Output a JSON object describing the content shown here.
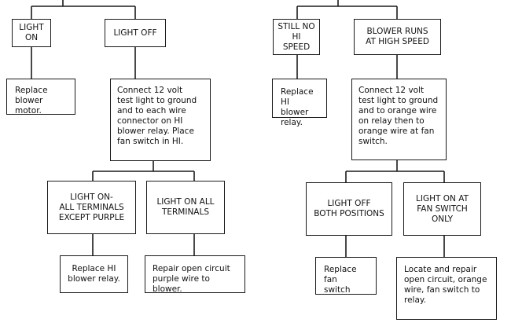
{
  "left_tree": {
    "light_on": "LIGHT ON",
    "light_off": "LIGHT OFF",
    "replace_blower_motor": "Replace\nblower motor.",
    "connect_test_light_hi_relay": "Connect 12 volt\ntest light to ground\nand to each wire\nconnector on HI\nblower relay. Place\nfan switch in HI.",
    "light_on_all_except_purple": "LIGHT ON-\nALL TERMINALS\nEXCEPT PURPLE",
    "light_on_all_terminals": "LIGHT ON ALL\nTERMINALS",
    "replace_hi_relay": "Replace HI\nblower relay.",
    "repair_purple_wire": "Repair open circuit\npurple wire to blower."
  },
  "right_tree": {
    "still_no_hi_speed": "STILL NO\nHI SPEED",
    "blower_runs_high_speed": "BLOWER RUNS\nAT HIGH SPEED",
    "replace_hi_relay": "Replace HI\nblower relay.",
    "connect_test_light_orange_wire": "Connect 12 volt\ntest light to ground\nand to orange wire\non relay then to\norange wire at fan\nswitch.",
    "light_off_both_positions": "LIGHT OFF\nBOTH POSITIONS",
    "light_on_fan_switch_only": "LIGHT ON AT\nFAN SWITCH\nONLY",
    "replace_fan_switch": "Replace fan\nswitch",
    "repair_orange_wire": "Locate and repair\nopen circuit, orange\nwire, fan switch to\nrelay."
  }
}
